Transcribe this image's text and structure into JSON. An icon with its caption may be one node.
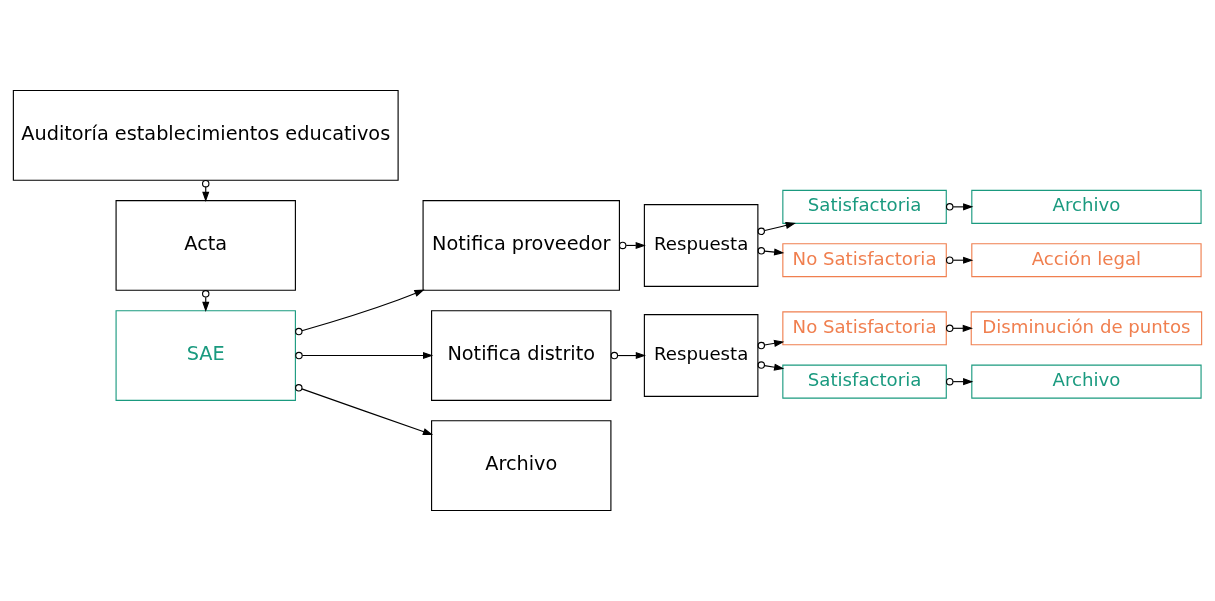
{
  "diagram": {
    "nodes": [
      {
        "text": [
          "Auditoría establecimientos educativos"
        ]
      },
      {
        "text": [
          "Acta"
        ]
      },
      {
        "text": [
          "SAE"
        ]
      },
      {
        "text": [
          "Notifica proveedor"
        ]
      },
      {
        "text": [
          "Respuesta"
        ]
      },
      {
        "text": [
          "Satisfactoria"
        ]
      },
      {
        "text": [
          "Archivo"
        ]
      },
      {
        "text": [
          "No Satisfactoria"
        ]
      },
      {
        "text": [
          "Acción legal"
        ]
      },
      {
        "text": [
          "Notifica distrito"
        ]
      },
      {
        "text": [
          "Respuesta"
        ]
      },
      {
        "text": [
          "No Satisfactoria"
        ]
      },
      {
        "text": [
          "Disminución de puntos"
        ]
      },
      {
        "text": [
          "Satisfactoria"
        ]
      },
      {
        "text": [
          "Archivo"
        ]
      },
      {
        "text": [
          "Archivo"
        ]
      }
    ],
    "edges": [
      {
        "from": 0,
        "to": 1,
        "arrow": "to"
      },
      {
        "from": 1,
        "to": 2,
        "arrow": "to"
      },
      {
        "from": 2,
        "to": 3,
        "arrow": "to"
      },
      {
        "from": 2,
        "to": 9,
        "arrow": "to"
      },
      {
        "from": 2,
        "to": 15,
        "arrow": "to"
      },
      {
        "from": 3,
        "to": 4,
        "arrow": "to"
      },
      {
        "from": 4,
        "to": 5,
        "arrow": "to"
      },
      {
        "from": 4,
        "to": 7,
        "arrow": "to"
      },
      {
        "from": 5,
        "to": 6,
        "arrow": "to"
      },
      {
        "from": 7,
        "to": 8,
        "arrow": "to"
      },
      {
        "from": 9,
        "to": 10,
        "arrow": "to"
      },
      {
        "from": 10,
        "to": 11,
        "arrow": "to"
      },
      {
        "from": 10,
        "to": 13,
        "arrow": "to"
      },
      {
        "from": 11,
        "to": 12,
        "arrow": "to"
      },
      {
        "from": 13,
        "to": 14,
        "arrow": "to"
      }
    ]
  }
}
